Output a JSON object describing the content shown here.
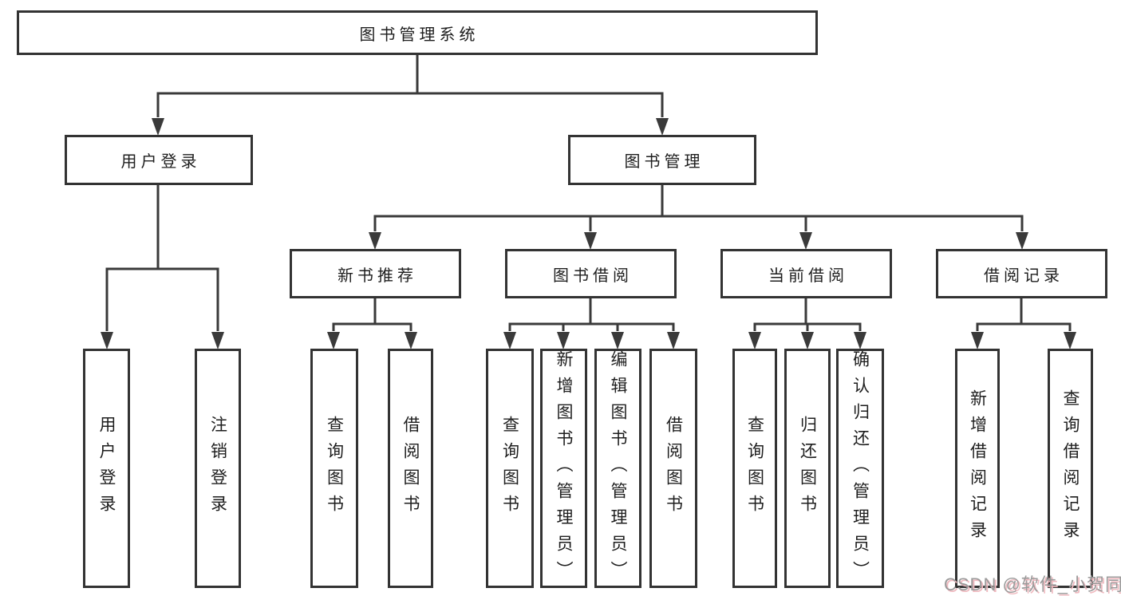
{
  "diagram": {
    "root": {
      "label": "图书管理系统"
    },
    "level1": [
      {
        "label": "用户登录"
      },
      {
        "label": "图书管理"
      }
    ],
    "level2": [
      {
        "label": "新书推荐"
      },
      {
        "label": "图书借阅"
      },
      {
        "label": "当前借阅"
      },
      {
        "label": "借阅记录"
      }
    ],
    "leaves": {
      "user_login": [
        "用户登录",
        "注销登录"
      ],
      "new_book": [
        "查询图书",
        "借阅图书"
      ],
      "book_borrow": [
        "查询图书",
        "新增图书（管理员）",
        "编辑图书（管理员）",
        "借阅图书"
      ],
      "current_borrow": [
        "查询图书",
        "归还图书",
        "确认归还（管理员）"
      ],
      "borrow_record": [
        "新增借阅记录",
        "查询借阅记录"
      ]
    },
    "colors": {
      "line": "#3a3a3a",
      "box_border": "#333333",
      "text": "#1e1e1e",
      "background": "#ffffff",
      "watermark_gray": "#9a9a9a",
      "watermark_pink": "#efb9bf"
    }
  },
  "watermark": {
    "text": "CSDN @软件_小贺同学"
  }
}
